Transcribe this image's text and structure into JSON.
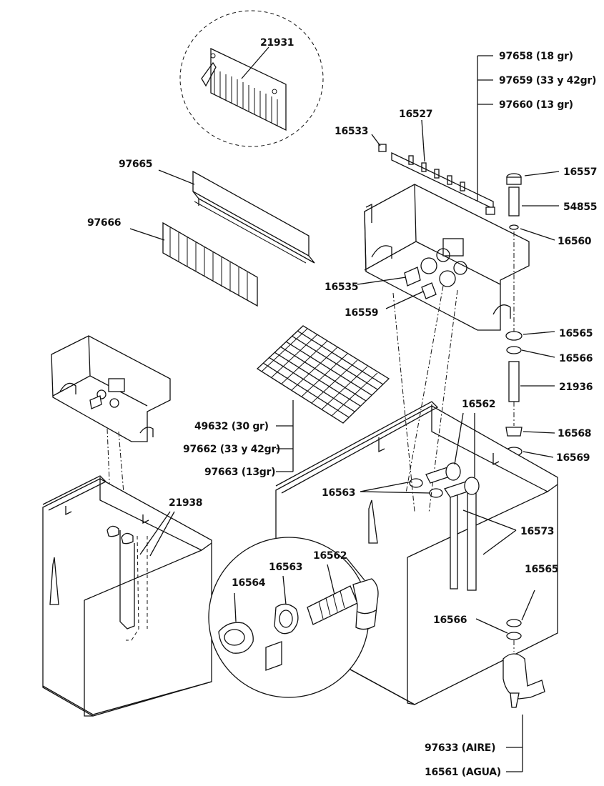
{
  "labels": {
    "p21931": "21931",
    "p97658": "97658 (18 gr)",
    "p97659": "97659 (33 y 42gr)",
    "p97660": "97660 (13 gr)",
    "p16527": "16527",
    "p16533": "16533",
    "p97665": "97665",
    "p16557": "16557",
    "p54855": "54855",
    "p97666": "97666",
    "p16560": "16560",
    "p16535": "16535",
    "p16559": "16559",
    "p16565a": "16565",
    "p16566a": "16566",
    "p21936": "21936",
    "p16562a": "16562",
    "p49632": "49632 (30 gr)",
    "p97662": "97662 (33 y 42gr)",
    "p97663": "97663 (13gr)",
    "p16568": "16568",
    "p16569": "16569",
    "p16563a": "16563",
    "p21938": "21938",
    "p16573": "16573",
    "p16565b": "16565",
    "p16564": "16564",
    "p16563b": "16563",
    "p16562b": "16562",
    "p16566b": "16566",
    "p97633": "97633 (AIRE)",
    "p16561": "16561 (AGUA)"
  },
  "colors": {
    "ink": "#111111",
    "paper": "#ffffff"
  }
}
